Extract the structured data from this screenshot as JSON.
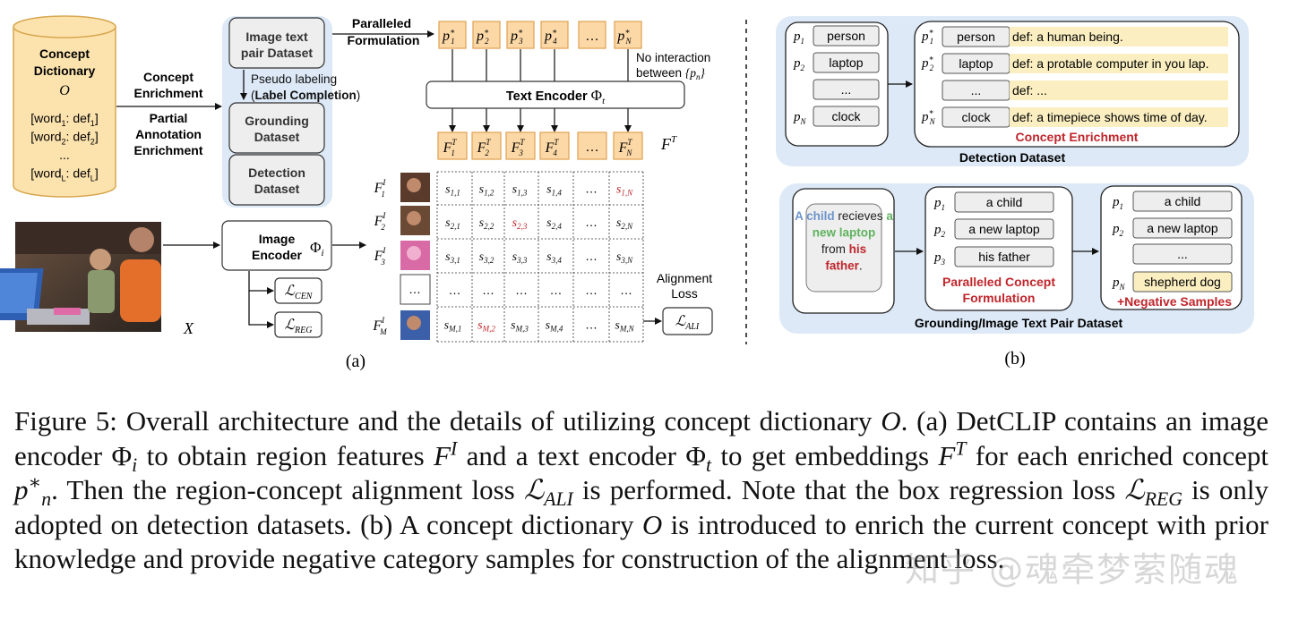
{
  "panel_a": {
    "dict_title1": "Concept",
    "dict_title2": "Dictionary",
    "dict_symbol": "O",
    "dict_entries": [
      {
        "w": "[word",
        "s1": "1",
        "m": ": def",
        "s2": "1",
        "e": "]"
      },
      {
        "w": "[word",
        "s1": "2",
        "m": ": def",
        "s2": "2",
        "e": "]"
      },
      {
        "w": "...",
        "s1": "",
        "m": "",
        "s2": "",
        "e": ""
      },
      {
        "w": "[word",
        "s1": "L",
        "m": ": def",
        "s2": "L",
        "e": "]"
      }
    ],
    "concept_enrichment": [
      "Concept",
      "Enrichment"
    ],
    "partial_annotation": [
      "Partial",
      "Annotation",
      "Enrichment"
    ],
    "image_text_pair": [
      "Image text",
      "pair Dataset"
    ],
    "pseudo_labeling": "Pseudo labeling",
    "label_completion": "Label Completion",
    "grounding_dataset": [
      "Grounding",
      "Dataset"
    ],
    "detection_dataset": [
      "Detection",
      "Dataset"
    ],
    "paralleled_formulation": [
      "Paralleled",
      "Formulation"
    ],
    "prompts": [
      "1",
      "2",
      "3",
      "4",
      "…",
      "N"
    ],
    "no_interaction": [
      "No interaction",
      "between"
    ],
    "text_encoder": "Text Encoder",
    "text_encoder_sym": "Φ",
    "ft_label": "F",
    "image_encoder": [
      "Image",
      "Encoder"
    ],
    "image_encoder_sym": "Φ",
    "loss_cen": "CEN",
    "loss_reg": "REG",
    "loss_ali": "ALI",
    "alignment_loss": [
      "Alignment",
      "Loss"
    ],
    "x_label": "X",
    "region_rows": [
      "1",
      "2",
      "3",
      "",
      "M"
    ],
    "matrix_rows": [
      [
        "s1,1",
        "s1,2",
        "s1,3",
        "s1,4",
        "…",
        "s1,N"
      ],
      [
        "s2,1",
        "s2,2",
        "s2,3",
        "s2,4",
        "…",
        "s2,N"
      ],
      [
        "s3,1",
        "s3,2",
        "s3,3",
        "s3,4",
        "…",
        "s3,N"
      ],
      [
        "…",
        "…",
        "…",
        "…",
        "…",
        "…"
      ],
      [
        "sM,1",
        "sM,2",
        "sM,3",
        "sM,4",
        "…",
        "sM,N"
      ]
    ],
    "highlight_cells": [
      [
        0,
        5
      ],
      [
        1,
        2
      ],
      [
        4,
        1
      ]
    ],
    "sublabel": "(a)"
  },
  "panel_b": {
    "detection": {
      "left_items": [
        {
          "p": "1",
          "label": "person"
        },
        {
          "p": "2",
          "label": "laptop"
        },
        {
          "p": "",
          "label": "..."
        },
        {
          "p": "N",
          "label": "clock"
        }
      ],
      "right_items": [
        {
          "p": "1",
          "label": "person",
          "def": "def: a human being."
        },
        {
          "p": "2",
          "label": "laptop",
          "def": "def: a protable computer in you lap."
        },
        {
          "p": "",
          "label": "...",
          "def": "def: ..."
        },
        {
          "p": "N",
          "label": "clock",
          "def": "def: a timepiece shows time of day."
        }
      ],
      "enrichment_label": "Concept Enrichment",
      "title": "Detection Dataset"
    },
    "grounding": {
      "caption_lines": [
        [
          {
            "t": "A child",
            "c": "blue"
          },
          {
            "t": " recieves ",
            "c": "dark"
          },
          {
            "t": "a",
            "c": "green"
          }
        ],
        [
          {
            "t": "new laptop",
            "c": "green"
          }
        ],
        [
          {
            "t": "from ",
            "c": "dark"
          },
          {
            "t": "his",
            "c": "red"
          }
        ],
        [
          {
            "t": "father",
            "c": "red"
          },
          {
            "t": ".",
            "c": "dark"
          }
        ]
      ],
      "mid_items": [
        {
          "p": "1",
          "label": "a child"
        },
        {
          "p": "2",
          "label": "a new laptop"
        },
        {
          "p": "3",
          "label": "his father"
        }
      ],
      "mid_label": [
        "Paralleled Concept",
        "Formulation"
      ],
      "right_items": [
        {
          "p": "1",
          "label": "a child"
        },
        {
          "p": "2",
          "label": "a new laptop"
        },
        {
          "p": "",
          "label": "..."
        },
        {
          "p": "N",
          "label": "shepherd dog"
        }
      ],
      "negative_label": "+Negative Samples",
      "title": "Grounding/Image Text Pair Dataset"
    },
    "sublabel": "(b)"
  },
  "caption": {
    "fig": "Figure 5:",
    "t1": " Overall architecture and the details of utilizing concept dictionary ",
    "t2": ". (a) DetCLIP contains an image encoder ",
    "t3": " to obtain region features ",
    "t4": " and a text encoder ",
    "t5": " to get embeddings ",
    "t6": " for each enriched concept ",
    "t7": ". Then the region-concept alignment loss ",
    "t8": " is performed. Note that the box regression loss ",
    "t9": " is only adopted on detection datasets. (b) A concept dictionary ",
    "t10": " is introduced to enrich the current concept with prior knowledge and provide negative category samples for construction of the alignment loss."
  },
  "watermark": "知乎 @魂牵梦萦随魂",
  "colors": {
    "dict_fill": "#fce3ae",
    "prompt_fill": "#fcd8a6",
    "prompt_stroke": "#e2a65a",
    "blue_panel": "#dde9f7",
    "gray_box": "#eeeeee",
    "def_fill": "#fbefc1",
    "red": "#c0262c",
    "blue_text": "#6d94cc",
    "green_text": "#5fb25e"
  }
}
